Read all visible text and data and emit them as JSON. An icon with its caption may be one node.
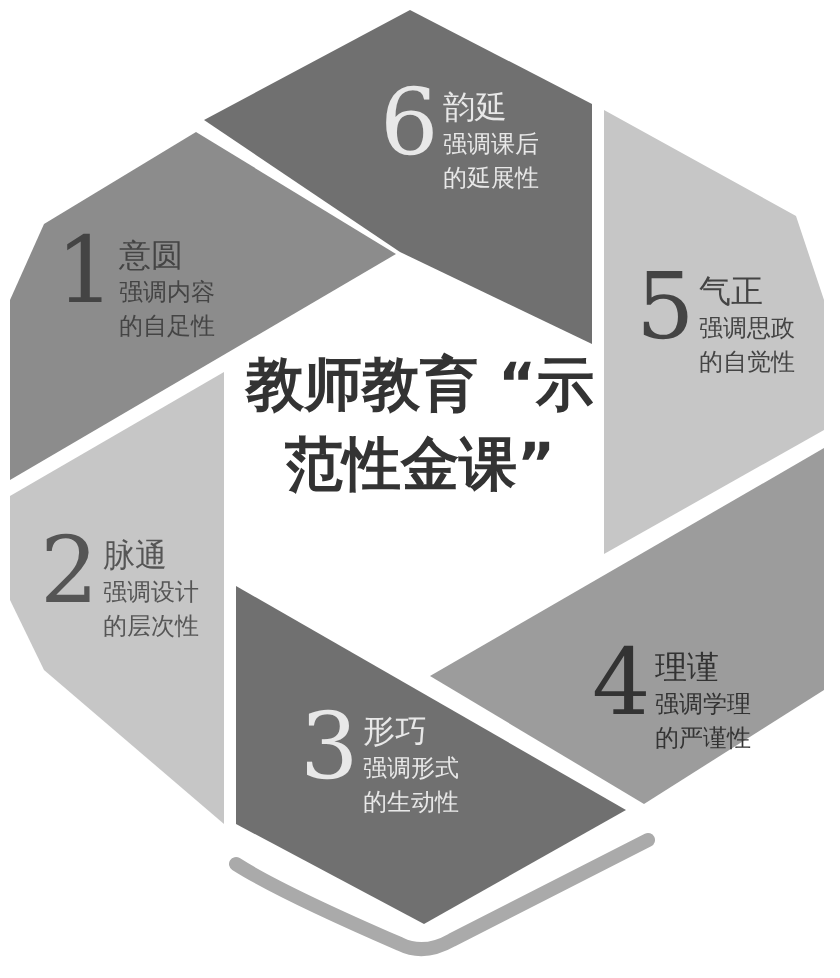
{
  "diagram": {
    "title": "教师教育 “示范性金课”",
    "nodes": [
      {
        "text": [
          "1",
          "意圆",
          "强调内容的自足性"
        ]
      },
      {
        "text": [
          "2",
          "脉通",
          "强调设计的层次性"
        ]
      },
      {
        "text": [
          "3",
          "形巧",
          "强调形式的生动性"
        ]
      },
      {
        "text": [
          "4",
          "理谨",
          "强调学理的严谨性"
        ]
      },
      {
        "text": [
          "5",
          "气正",
          "强调思政的自觉性"
        ]
      },
      {
        "text": [
          "6",
          "韵延",
          "强调课后的延展性"
        ]
      }
    ]
  }
}
